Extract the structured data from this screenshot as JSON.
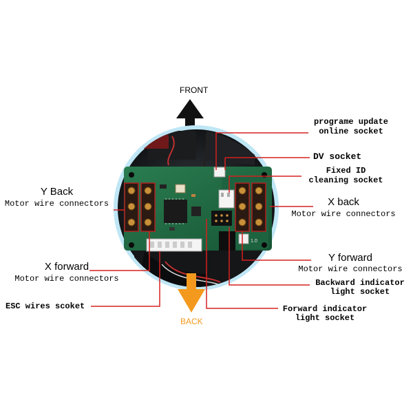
{
  "directions": {
    "front": "FRONT",
    "back": "BACK"
  },
  "callouts": {
    "program_update": [
      "programe update",
      "online socket"
    ],
    "dv_socket": "DV socket",
    "fixed_id": [
      "Fixed ID",
      "cleaning socket"
    ],
    "x_back": [
      "X back",
      "Motor wire connectors"
    ],
    "y_forward": [
      "Y forward",
      "Motor wire connectors"
    ],
    "backward_indicator": [
      "Backward indicator",
      "light socket"
    ],
    "forward_indicator": [
      "Forward indicator",
      "light socket"
    ],
    "y_back": [
      "Y Back",
      "Motor wire connectors"
    ],
    "x_forward": [
      "X forward",
      "Motor wire connectors"
    ],
    "esc_wires": "ESC wires scoket"
  },
  "board_marking": "1.0",
  "colors": {
    "leader_line": "#d62020",
    "back_arrow": "#f39a1e",
    "front_arrow": "#111111",
    "pcb": "#1f6a43"
  }
}
